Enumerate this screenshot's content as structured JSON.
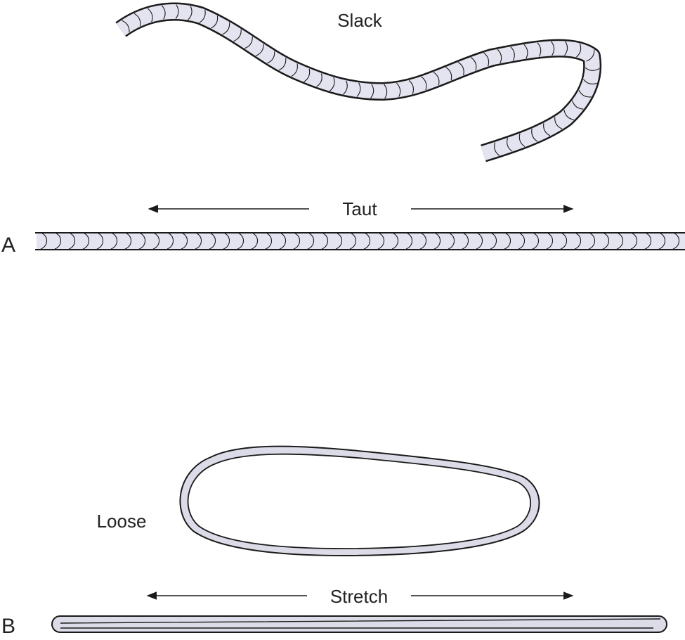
{
  "colors": {
    "rope_fill": "#e4e3f0",
    "band_fill": "#dcdbe8",
    "ink": "#1a1a1a"
  },
  "panel_a": {
    "letter": "A",
    "slack_label": "Slack",
    "taut_label": "Taut"
  },
  "panel_b": {
    "letter": "B",
    "loose_label": "Loose",
    "stretch_label": "Stretch"
  }
}
